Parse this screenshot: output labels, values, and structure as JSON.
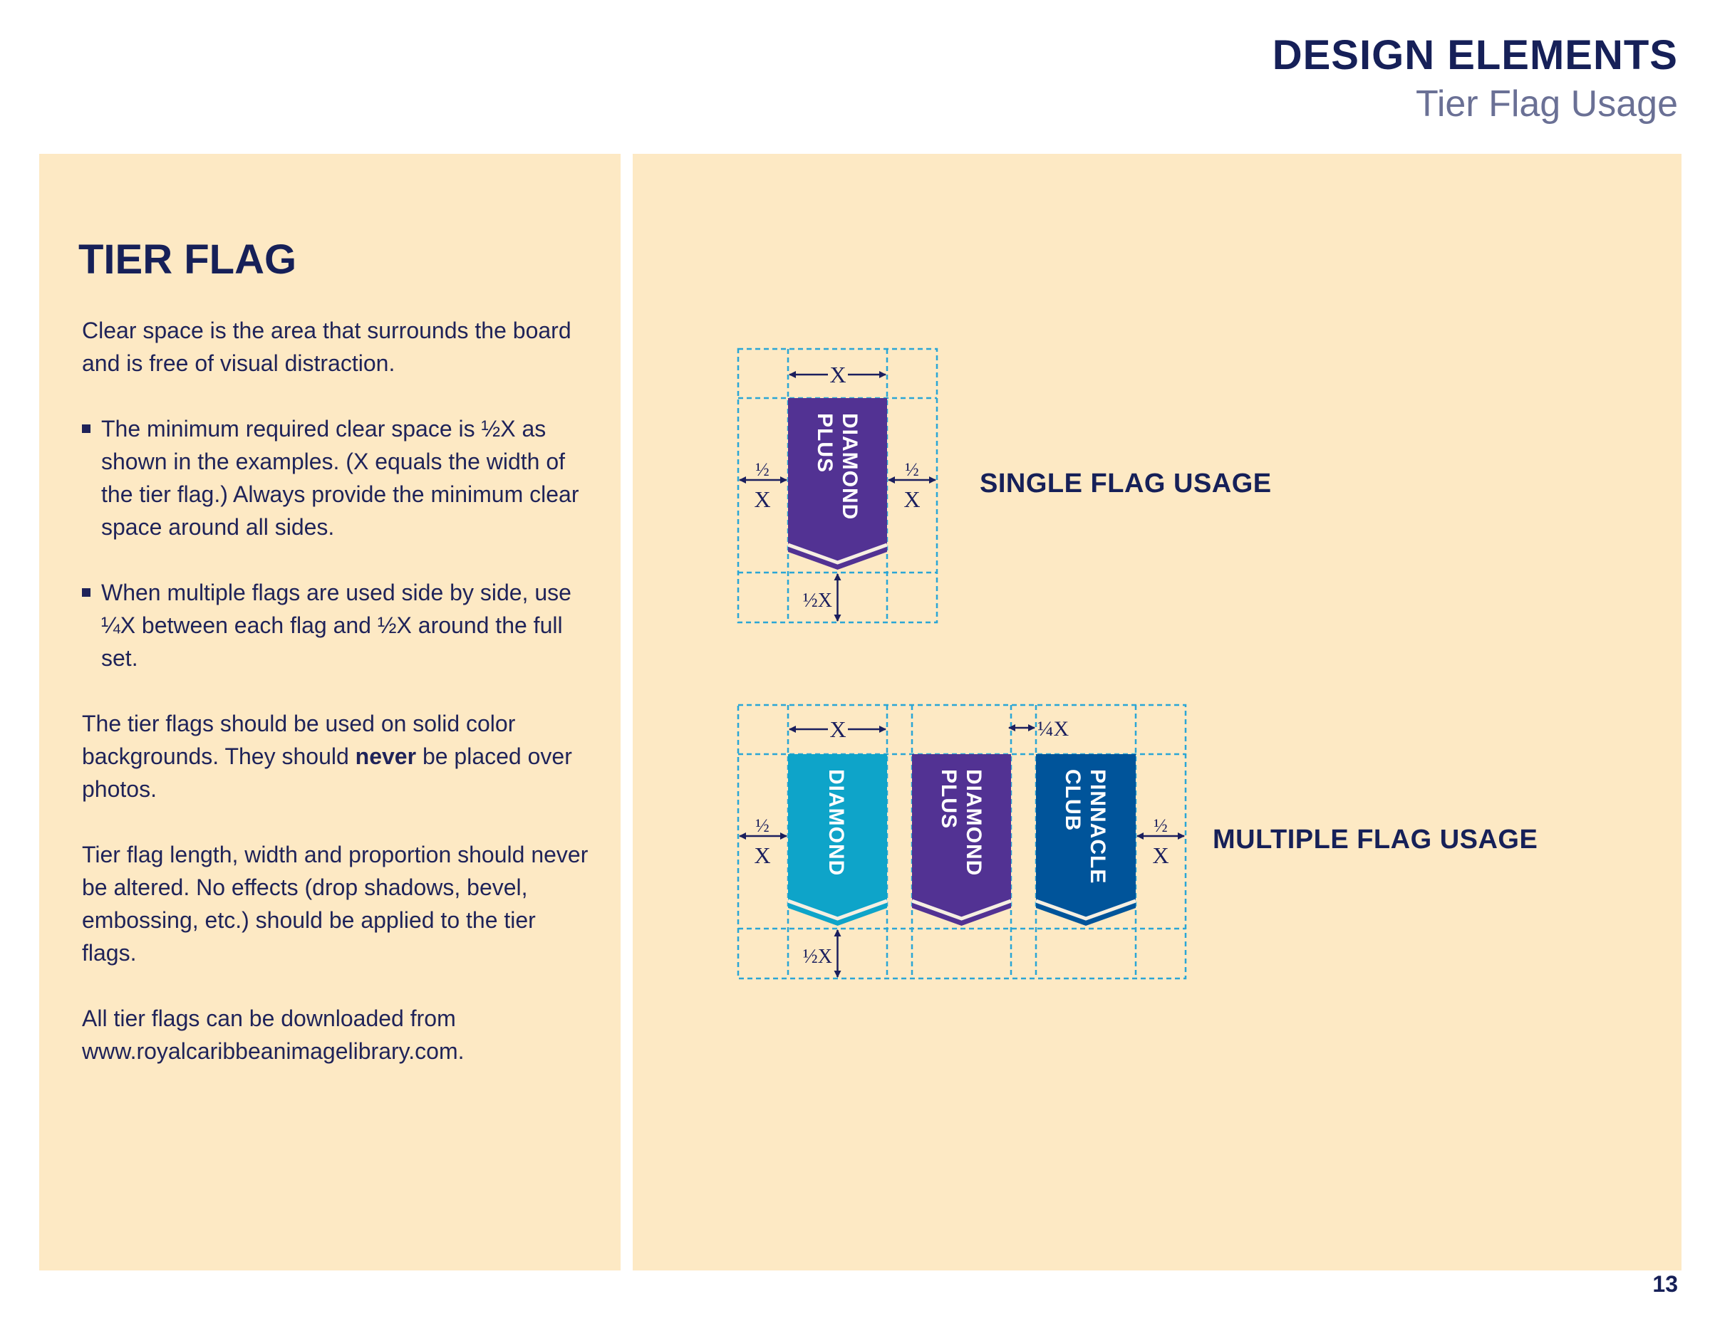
{
  "header": {
    "title": "DESIGN ELEMENTS",
    "subtitle": "Tier Flag Usage"
  },
  "left": {
    "title": "TIER FLAG",
    "intro": "Clear space is the area that surrounds the board and is free of visual distraction.",
    "bullets": [
      "The minimum required clear space is ½X as shown in the examples. (X equals the width of the tier flag.) Always provide the minimum clear space around all sides.",
      "When multiple flags are used side by side, use ¼X between each flag and ½X around the full set."
    ],
    "para_solid_before": "The tier flags should be used on solid color backgrounds. They should ",
    "para_solid_bold": "never",
    "para_solid_after": " be placed over photos.",
    "para_length": "Tier flag length, width and proportion should never be altered. No effects (drop shadows, bevel, embossing, etc.) should be applied to the tier flags.",
    "para_download": "All tier flags can be downloaded from www.royalcaribbeanimagelibrary.com."
  },
  "single": {
    "label": "SINGLE FLAG USAGE",
    "flag_line1": "DIAMOND",
    "flag_line2": "PLUS",
    "measure_x": "X",
    "measure_half": "½",
    "measure_half_x": "½X"
  },
  "multiple": {
    "label": "MULTIPLE FLAG USAGE",
    "flag1": "DIAMOND",
    "flag2_line1": "DIAMOND",
    "flag2_line2": "PLUS",
    "flag3_line1": "PINNACLE",
    "flag3_line2": "CLUB",
    "measure_x": "X",
    "measure_quarter_x": "¼X",
    "measure_half": "½",
    "measure_half_x": "½X"
  },
  "page_number": "13",
  "colors": {
    "panel": "#fde9c4",
    "navy": "#162058",
    "purple": "#523293",
    "teal": "#0ea4c9",
    "royal_blue": "#00549a",
    "guide": "#2aa6d6"
  }
}
